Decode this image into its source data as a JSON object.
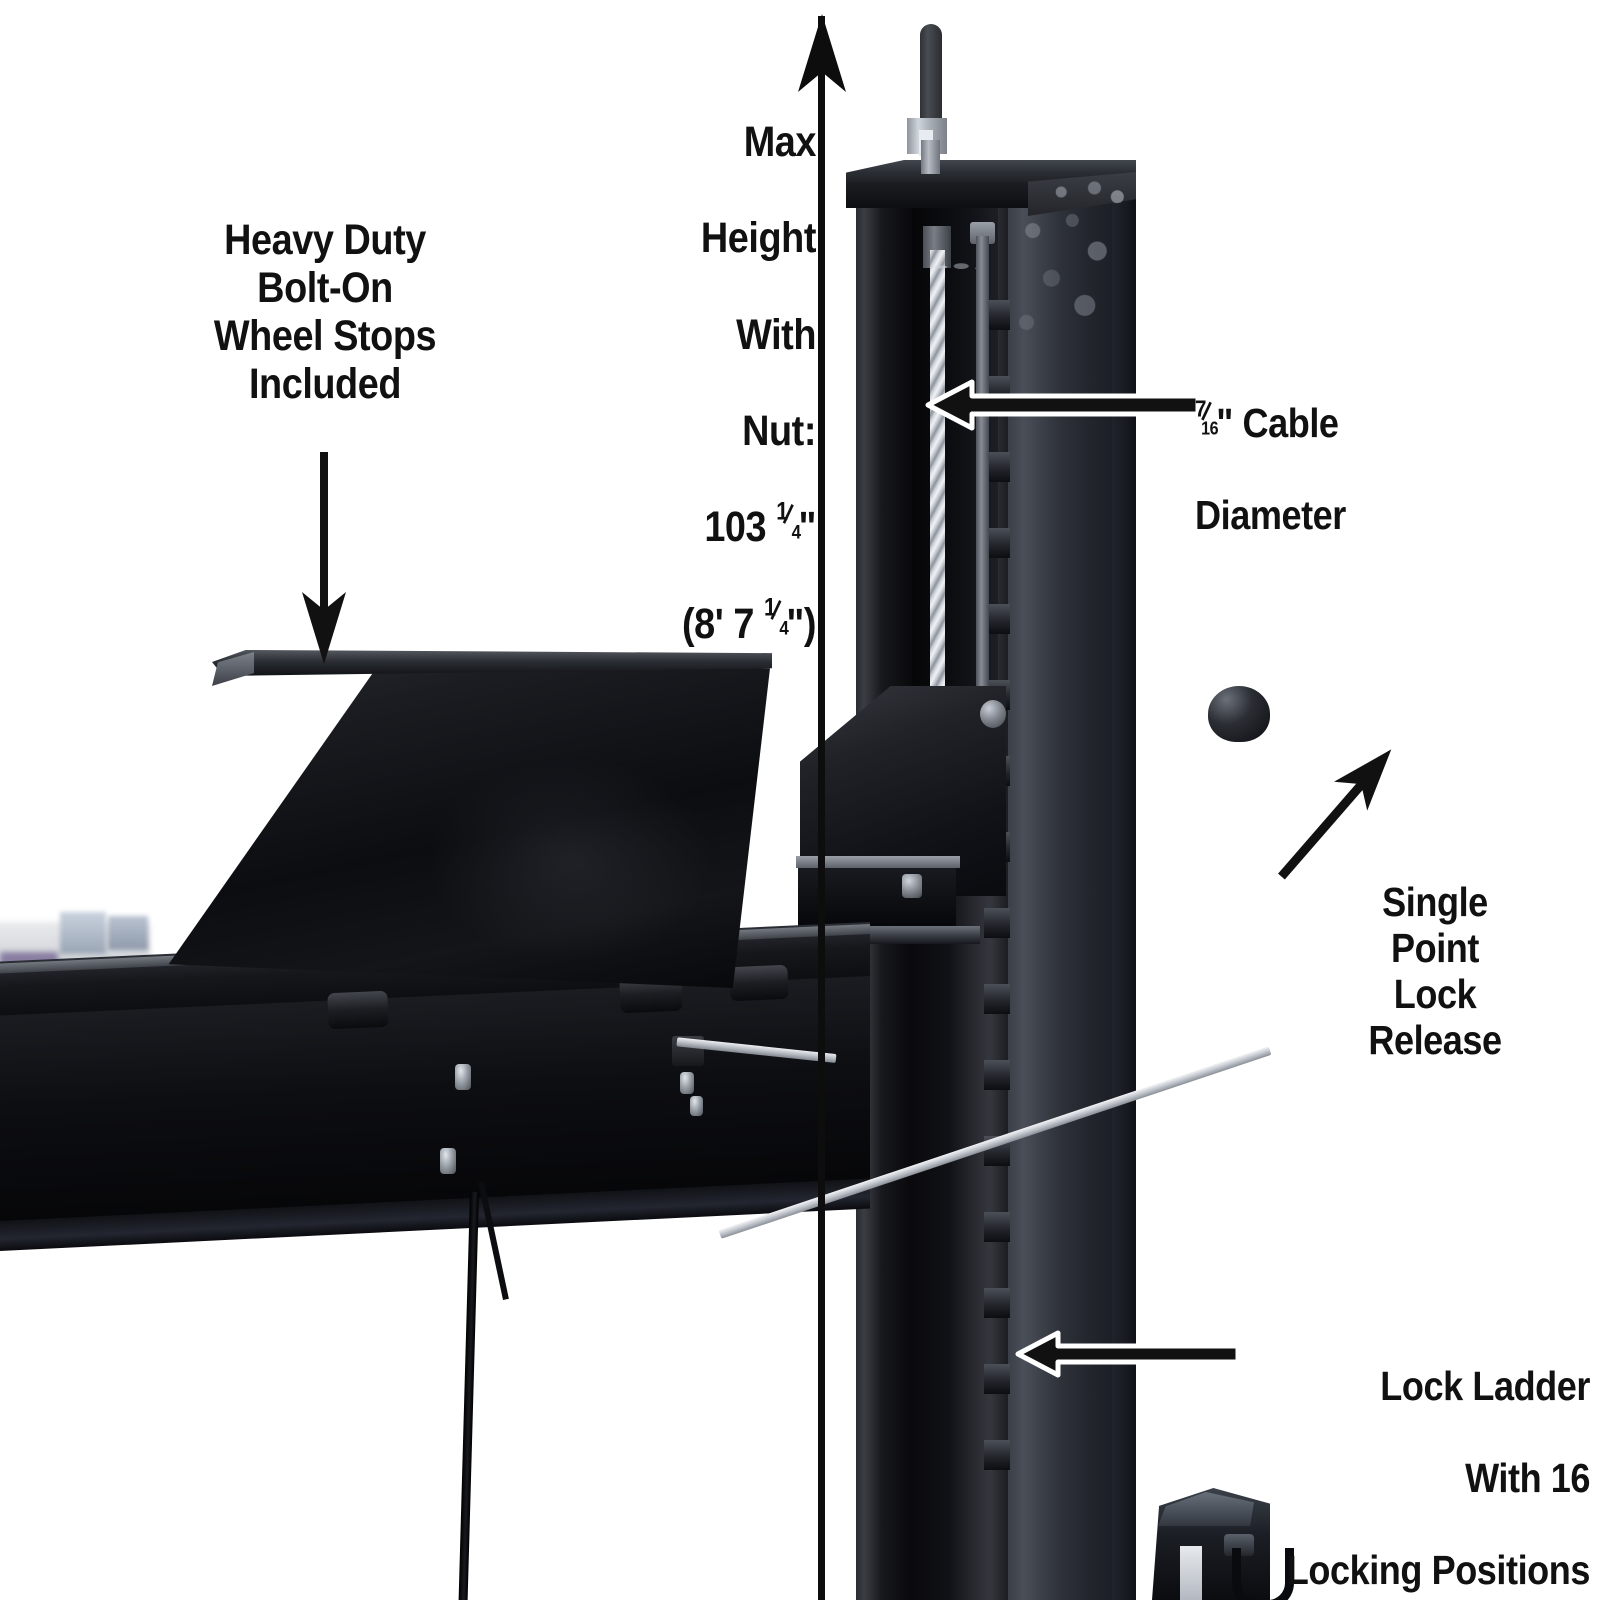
{
  "diagram": {
    "subject": "4-post vehicle lift column and runway detail",
    "background_color": "#ffffff",
    "text_color": "#111111"
  },
  "callouts": [
    {
      "id": "wheel-stops",
      "lines": [
        "Heavy Duty",
        "Bolt-On",
        "Wheel Stops",
        "Included"
      ],
      "text": "Heavy Duty\nBolt-On\nWheel Stops\nIncluded",
      "arrow": "down-arrow"
    },
    {
      "id": "max-height",
      "line1": "Max",
      "line2": "Height",
      "line3": "With",
      "line4": "Nut:",
      "value_inches": "103",
      "value_fraction_num": "1",
      "value_fraction_den": "4",
      "value_unit": "\"",
      "value_feet_open": "(8'",
      "value_feet_inches": "7",
      "value_feet_frac_num": "1",
      "value_feet_frac_den": "4",
      "value_feet_close": "\")",
      "arrow": "up-arrow"
    },
    {
      "id": "cable-diameter",
      "frac_num": "7",
      "frac_den": "16",
      "line1_rest": "\" Cable",
      "line2": "Diameter",
      "arrow": "left-arrow"
    },
    {
      "id": "lock-release",
      "lines": [
        "Single",
        "Point",
        "Lock",
        "Release"
      ],
      "text": "Single\nPoint\nLock\nRelease",
      "arrow": "diagonal-up-left-arrow"
    },
    {
      "id": "lock-ladder",
      "line1": "Lock Ladder",
      "line2": "With 16",
      "line3": "Locking Positions",
      "text": "Lock Ladder\nWith 16\nLocking Positions",
      "arrow": "left-arrow"
    }
  ],
  "colors": {
    "column_dark": "#0a0a0c",
    "column_mid": "#2a2c31",
    "column_side": "#3b3f48",
    "cable_steel": "#c7cbd2",
    "release_bar": "#c6cad1",
    "knob_black": "#0c0d11",
    "arrow_black": "#0d0d0d",
    "arrow_outline": "#ffffff"
  },
  "lock_ladder": {
    "slot_count": 16
  }
}
